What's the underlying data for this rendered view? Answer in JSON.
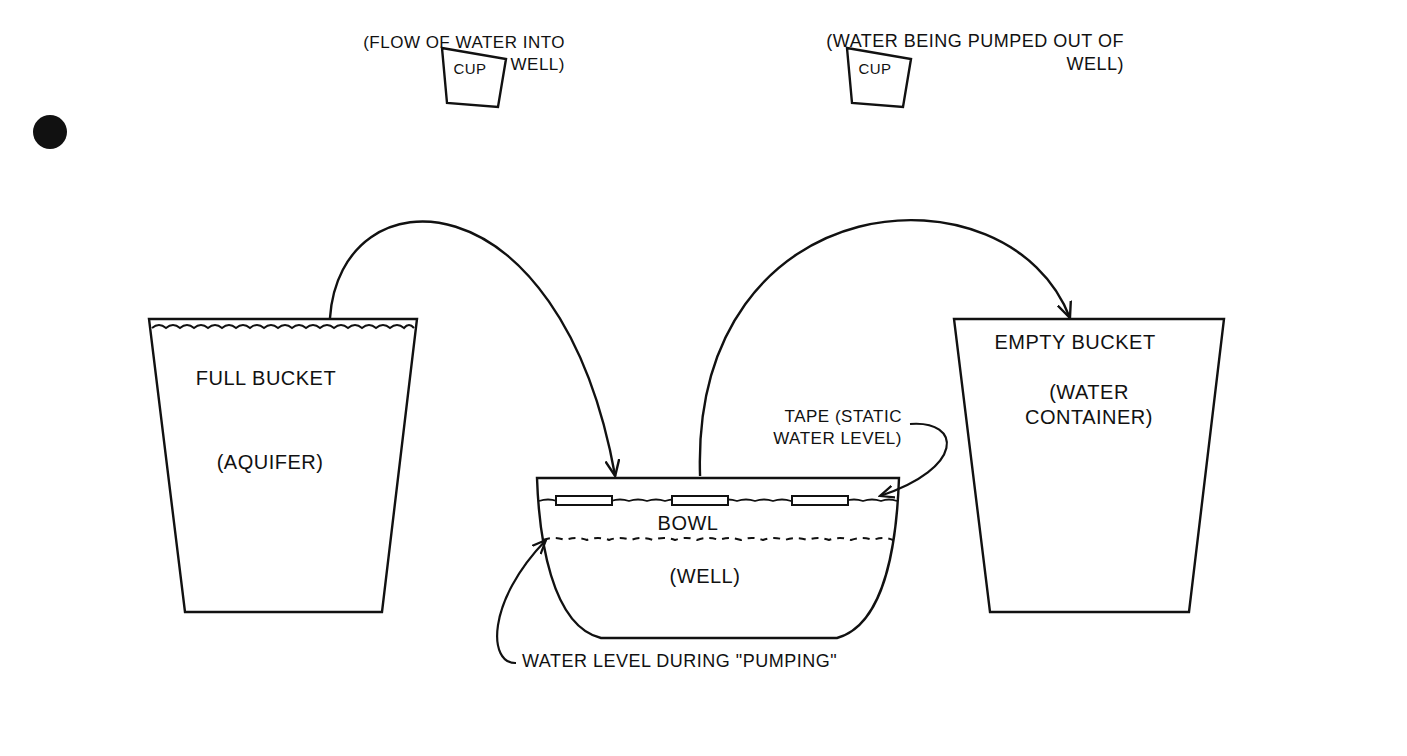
{
  "diagram": {
    "nodes": [
      {
        "text": [
          "CUP"
        ]
      },
      {
        "text": [
          "CUP"
        ]
      },
      {
        "text": [
          "FULL BUCKET",
          "(AQUIFER)"
        ]
      },
      {
        "text": [
          "EMPTY BUCKET",
          "(WATER CONTAINER)"
        ]
      },
      {
        "text": [
          "BOWL",
          "(WELL)"
        ]
      }
    ],
    "edges": [
      {
        "from": 2,
        "to": 4,
        "arrow": "to"
      },
      {
        "from": 4,
        "to": 3,
        "arrow": "to"
      }
    ],
    "labels": [
      "(FLOW OF WATER INTO WELL)",
      "(WATER BEING PUMPED OUT OF WELL)",
      "TAPE (STATIC WATER LEVEL)",
      "WATER LEVEL DURING \"PUMPING\""
    ]
  }
}
